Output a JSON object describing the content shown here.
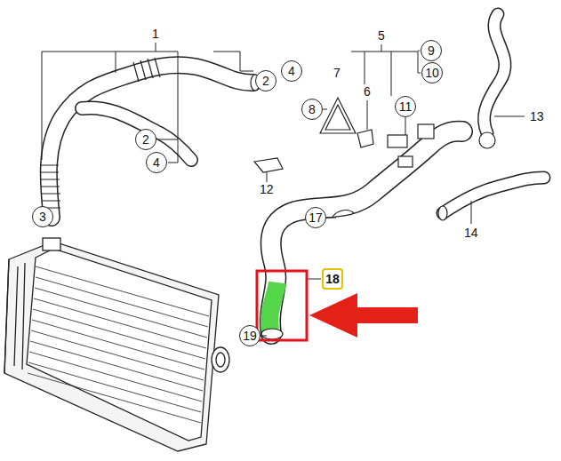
{
  "diagram": {
    "nodes": [
      {
        "text": [
          "9"
        ]
      },
      {
        "text": [
          "4"
        ]
      },
      {
        "text": [
          "10"
        ]
      },
      {
        "text": [
          "2"
        ]
      },
      {
        "text": [
          "8"
        ]
      },
      {
        "text": [
          "11"
        ]
      },
      {
        "text": [
          "2"
        ]
      },
      {
        "text": [
          "4"
        ]
      },
      {
        "text": [
          "3"
        ]
      },
      {
        "text": [
          "17"
        ]
      },
      {
        "text": [
          "18"
        ]
      },
      {
        "text": [
          "19"
        ]
      }
    ],
    "labels": [
      "1",
      "5",
      "7",
      "6",
      "13",
      "12",
      "14"
    ]
  }
}
